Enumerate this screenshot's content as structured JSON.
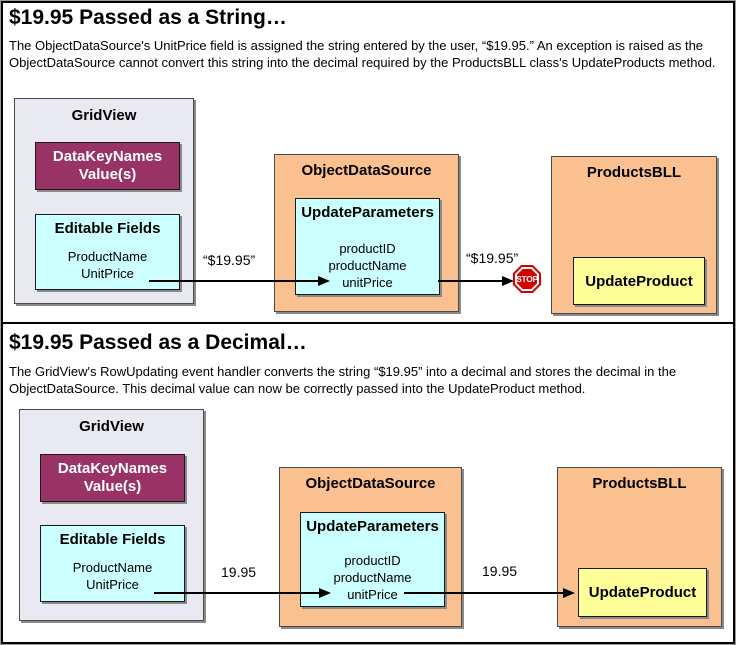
{
  "panels": [
    {
      "heading": "$19.95 Passed as a String…",
      "description": "The ObjectDataSource's UnitPrice field is assigned the string entered by the user, “$19.95.” An exception is raised as the ObjectDataSource cannot convert this string into the decimal required by the ProductsBLL class's UpdateProducts method.",
      "gridview": {
        "title": "GridView",
        "datakeynames_line1": "DataKeyNames",
        "datakeynames_line2": "Value(s)",
        "editable_fields_title": "Editable Fields",
        "fields": [
          "ProductName",
          "UnitPrice"
        ]
      },
      "objectdatasource": {
        "title": "ObjectDataSource",
        "updateparameters_title": "UpdateParameters",
        "parameters": [
          "productID",
          "productName",
          "unitPrice"
        ]
      },
      "productsbll": {
        "title": "ProductsBLL",
        "updateproduct_label": "UpdateProduct"
      },
      "arrow1_label": "“$19.95”",
      "arrow2_label": "“$19.95”",
      "stop_label": "STOP"
    },
    {
      "heading": "$19.95 Passed as a Decimal…",
      "description": "The GridView's RowUpdating event handler converts the string “$19.95” into a decimal and stores the decimal in the ObjectDataSource. This decimal value can now be correctly passed into the UpdateProduct method.",
      "gridview": {
        "title": "GridView",
        "datakeynames_line1": "DataKeyNames",
        "datakeynames_line2": "Value(s)",
        "editable_fields_title": "Editable Fields",
        "fields": [
          "ProductName",
          "UnitPrice"
        ]
      },
      "objectdatasource": {
        "title": "ObjectDataSource",
        "updateparameters_title": "UpdateParameters",
        "parameters": [
          "productID",
          "productName",
          "unitPrice"
        ]
      },
      "productsbll": {
        "title": "ProductsBLL",
        "updateproduct_label": "UpdateProduct"
      },
      "arrow1_label": "19.95",
      "arrow2_label": "19.95"
    }
  ],
  "colors": {
    "datakeynames_bg": "#993366",
    "field_box_bg": "#ccffff",
    "component_box_bg": "#fac090",
    "updateproduct_bg": "#ffff99",
    "gridview_bg": "#e9e9f1",
    "stop_red": "#d60000"
  }
}
